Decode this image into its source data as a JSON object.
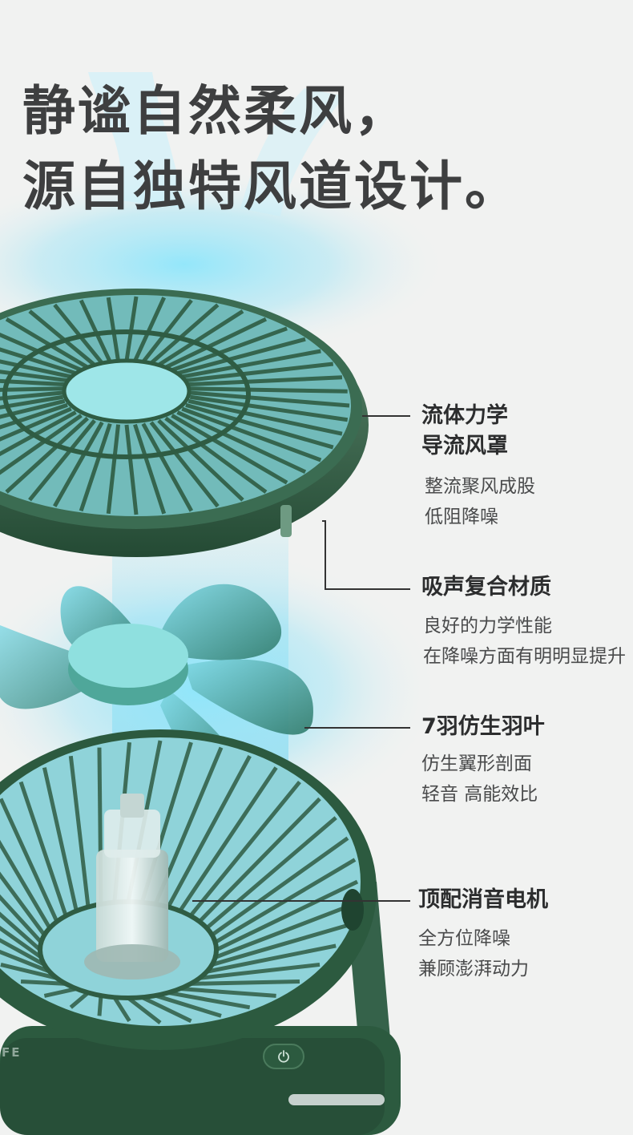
{
  "headline": {
    "line1": "静谧自然柔风，",
    "line2": "源自独特风道设计。"
  },
  "callouts": [
    {
      "title_lines": [
        "流体力学",
        "导流风罩"
      ],
      "descriptions": [
        "整流聚风成股",
        "低阻降噪"
      ]
    },
    {
      "title_lines": [
        "吸声复合材质"
      ],
      "descriptions": [
        "良好的力学性能",
        "在降噪方面有明明显提升"
      ]
    },
    {
      "title_lines": [
        "7羽仿生羽叶"
      ],
      "descriptions": [
        "仿生翼形剖面",
        "轻音 高能效比"
      ]
    },
    {
      "title_lines": [
        "顶配消音电机"
      ],
      "descriptions": [
        "全方位降噪",
        "兼顾澎湃动力"
      ]
    }
  ],
  "product": {
    "brand_text": "FE",
    "power_icon": "power-icon"
  },
  "colors": {
    "background": "#f1f2f1",
    "fan_green": "#2f5c43",
    "airflow_cyan": "#5fd4f0",
    "headline": "#3e3f40",
    "callout_line": "#333333"
  }
}
